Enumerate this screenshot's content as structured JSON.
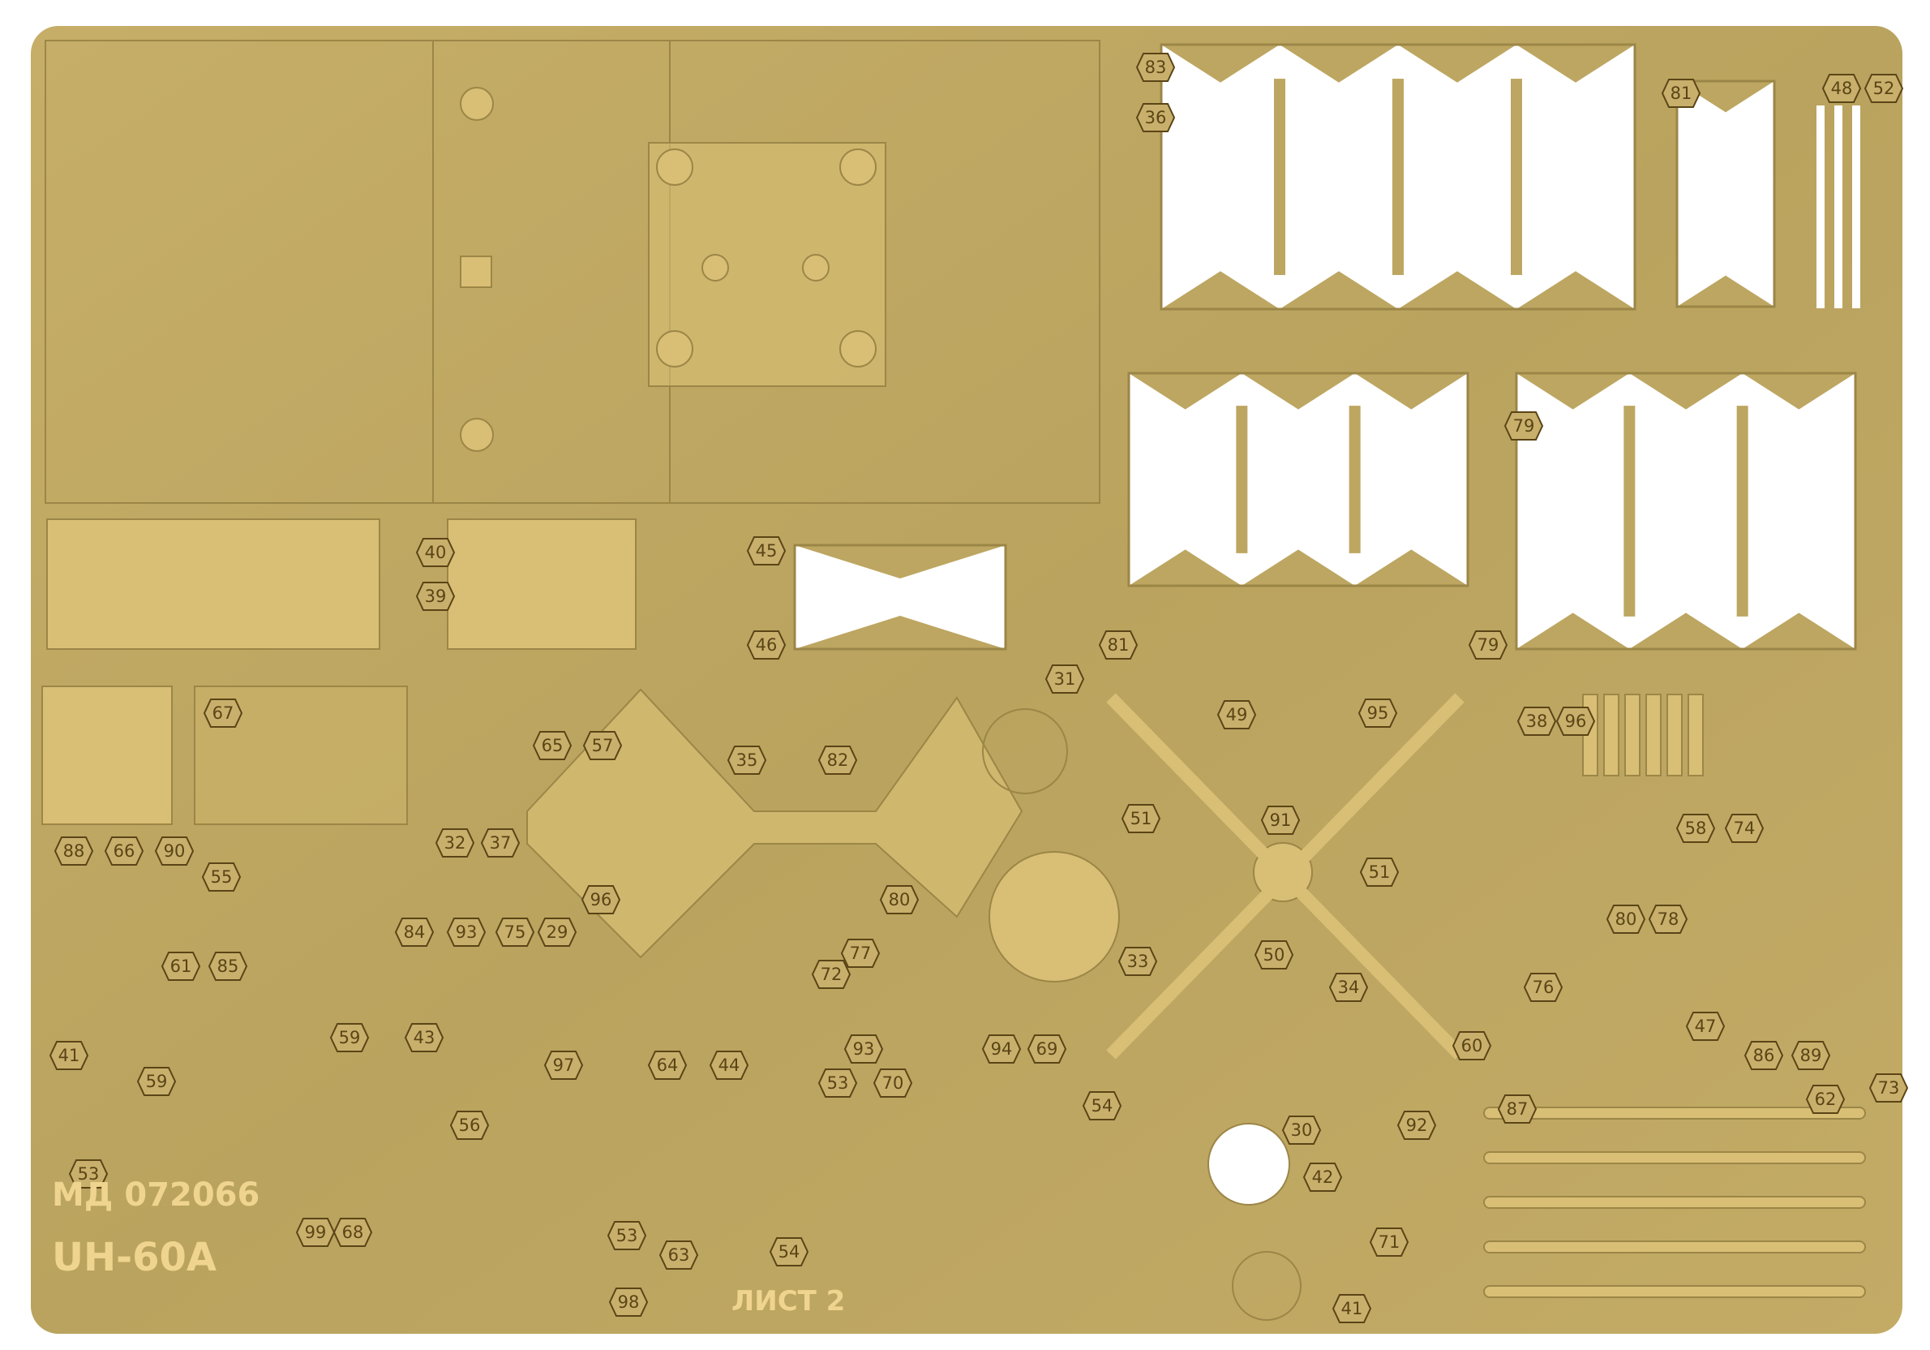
{
  "sheet": {
    "code": "МД 072066",
    "model": "UH-60A",
    "sheet_label": "ЛИСТ 2"
  },
  "part_numbers": [
    "83",
    "36",
    "81",
    "48",
    "52",
    "79",
    "40",
    "39",
    "45",
    "46",
    "81",
    "79",
    "67",
    "31",
    "49",
    "95",
    "38",
    "96",
    "65",
    "57",
    "35",
    "82",
    "51",
    "91",
    "58",
    "74",
    "88",
    "66",
    "90",
    "32",
    "37",
    "55",
    "51",
    "96",
    "80",
    "80",
    "78",
    "84",
    "93",
    "75",
    "29",
    "61",
    "85",
    "77",
    "50",
    "34",
    "76",
    "72",
    "33",
    "60",
    "93",
    "94",
    "69",
    "47",
    "86",
    "89",
    "41",
    "59",
    "59",
    "43",
    "97",
    "64",
    "44",
    "53",
    "70",
    "54",
    "87",
    "62",
    "73",
    "56",
    "30",
    "42",
    "92",
    "53",
    "99",
    "68",
    "53",
    "63",
    "54",
    "71",
    "98",
    "41"
  ],
  "colors": {
    "brass": "#bda661",
    "brass_light": "#d9bf75",
    "brass_dark": "#9c8647",
    "background": "#ffffff"
  }
}
